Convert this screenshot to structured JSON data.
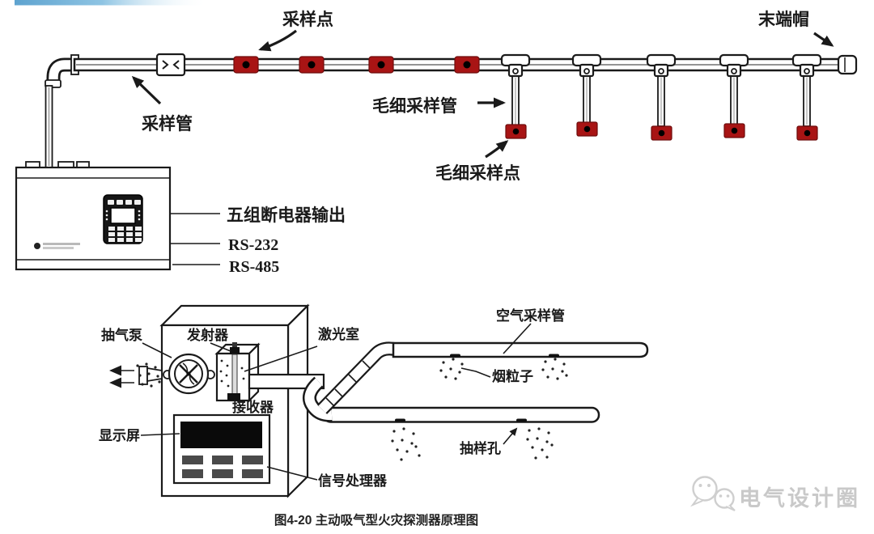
{
  "figure": {
    "caption": "图4-20  主动吸气型火灾探测器原理图"
  },
  "pipe_network": {
    "sampling_point_label": "采样点",
    "sampling_pipe_label": "采样管",
    "capillary_pipe_label": "毛细采样管",
    "capillary_point_label": "毛细采样点",
    "end_cap_label": "末端帽",
    "main_sampling_point_count": 4,
    "capillary_branch_count": 5
  },
  "controller": {
    "breaker_output_label": "五组断电器输出",
    "rs232_label": "RS-232",
    "rs485_label": "RS-485"
  },
  "detector": {
    "air_pump_label": "抽气泵",
    "transmitter_label": "发射器",
    "laser_chamber_label": "激光室",
    "receiver_label": "接收器",
    "display_label": "显示屏",
    "signal_processor_label": "信号处理器",
    "air_sampling_pipe_label": "空气采样管",
    "smoke_particle_label": "烟粒子",
    "sampling_hole_label": "抽样孔"
  },
  "watermark": {
    "text": "电气设计圈",
    "icon": "wechat-bubbles"
  },
  "colors": {
    "sampling_point_red": "#a81414",
    "line_dark": "#1a1a1a",
    "accent_bar_blue": "#6fb0d8",
    "watermark_gray": "#c9c9c9"
  }
}
